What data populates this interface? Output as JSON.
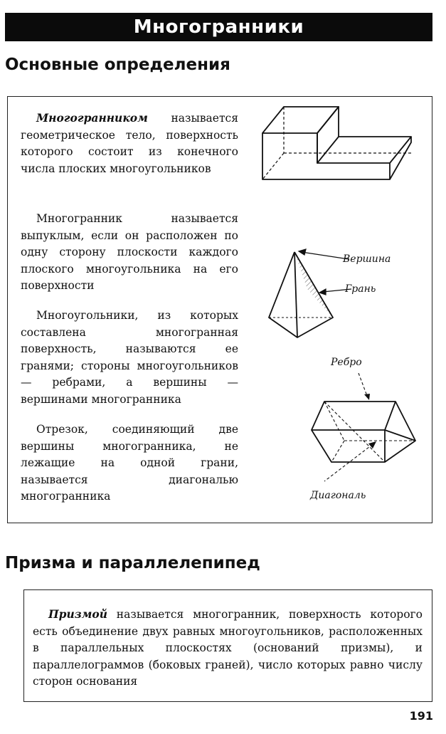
{
  "header": {
    "title": "Многогранники"
  },
  "sections": {
    "basic_definitions": "Основные определения",
    "prism_parallelepiped": "Призма и параллелепипед"
  },
  "definitions": {
    "p1": {
      "term": "Многогранником",
      "text": " называется геометрическое тело, поверхность которого состоит из конечного числа плоских многоугольников"
    },
    "p2": {
      "text": "Многогранник называется выпуклым, если он расположен по одну сторону плоскости каждого плоского многоугольника на его поверхности"
    },
    "p3": {
      "text": "Многоугольники, из которых составлена многогранная поверхность, называются ее гранями; стороны многоугольников — ребрами, а вершины — вершинами многогранника"
    },
    "p4": {
      "text": "Отрезок, соединяющий две вершины многогранника, не лежащие на одной грани, называется диагональю многогранника"
    }
  },
  "figure_labels": {
    "vertex": "Вершина",
    "face": "Грань",
    "edge": "Ребро",
    "diagonal": "Диагональ"
  },
  "prism": {
    "term": "Призмой",
    "text": " называется многогранник, поверхность которого есть объединение двух равных многоугольников, расположенных в параллельных плоскостях (оснований призмы), и параллелограммов (боковых граней), число которых равно числу сторон основания"
  },
  "page_number": "191"
}
